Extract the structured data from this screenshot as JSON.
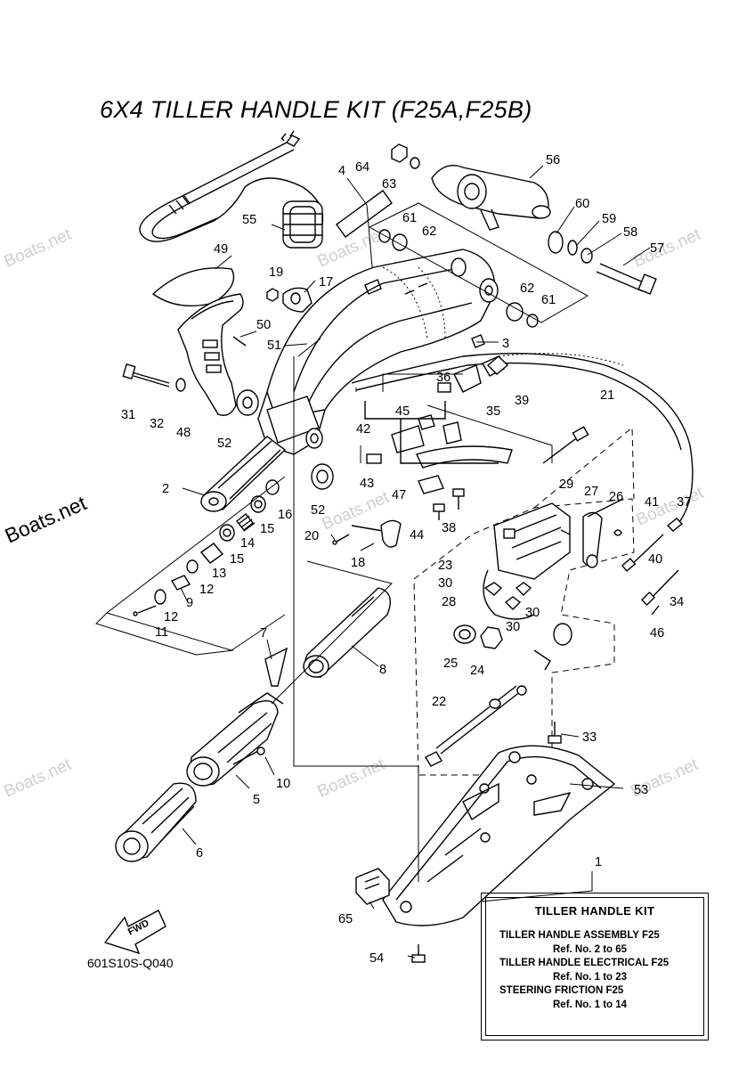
{
  "title": "6X4 TILLER HANDLE KIT (F25A,F25B)",
  "diagram_code": "601S10S-Q040",
  "fwd_label": "FWD",
  "watermark": "Boats.net",
  "kit_box": {
    "heading": "TILLER HANDLE KIT",
    "lines": [
      "TILLER HANDLE ASSEMBLY F25",
      "Ref. No. 2 to 65",
      "TILLER HANDLE ELECTRICAL F25",
      "Ref. No. 1 to 23",
      "STEERING FRICTION F25",
      "Ref. No. 1 to 14"
    ]
  },
  "callouts": [
    "1",
    "2",
    "3",
    "4",
    "5",
    "6",
    "7",
    "8",
    "9",
    "10",
    "11",
    "12",
    "12",
    "13",
    "14",
    "15",
    "15",
    "16",
    "17",
    "18",
    "19",
    "20",
    "21",
    "22",
    "23",
    "24",
    "25",
    "26",
    "27",
    "28",
    "29",
    "30",
    "30",
    "30",
    "30",
    "31",
    "32",
    "33",
    "34",
    "35",
    "36",
    "37",
    "38",
    "39",
    "40",
    "41",
    "42",
    "43",
    "44",
    "45",
    "46",
    "47",
    "48",
    "49",
    "50",
    "51",
    "52",
    "52",
    "53",
    "54",
    "55",
    "56",
    "57",
    "58",
    "59",
    "60",
    "61",
    "61",
    "62",
    "62",
    "63",
    "64",
    "65"
  ]
}
